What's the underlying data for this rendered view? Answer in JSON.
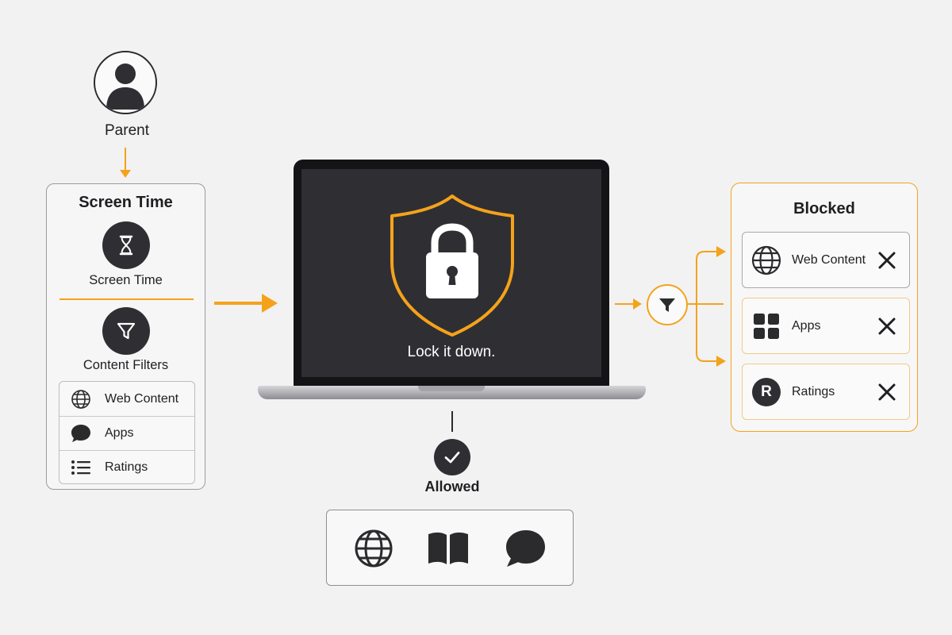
{
  "parent": {
    "label": "Parent"
  },
  "screen_time_panel": {
    "title": "Screen Time",
    "screen_time_label": "Screen Time",
    "content_filters_label": "Content Filters",
    "items": [
      {
        "label": "Web Content",
        "icon": "globe-icon"
      },
      {
        "label": "Apps",
        "icon": "chat-bubble-icon"
      },
      {
        "label": "Ratings",
        "icon": "list-icon"
      }
    ]
  },
  "laptop": {
    "screen_text": "Lock it down.",
    "icon": "shield-lock-icon"
  },
  "allowed": {
    "label": "Allowed",
    "icons": [
      "globe-icon",
      "book-icon",
      "chat-bubble-icon"
    ]
  },
  "blocked": {
    "title": "Blocked",
    "items": [
      {
        "label": "Web Content",
        "icon": "globe-icon"
      },
      {
        "label": "Apps",
        "icon": "grid-icon"
      },
      {
        "label": "Ratings",
        "icon": "ratings-icon",
        "glyph": "R"
      }
    ]
  },
  "colors": {
    "accent": "#f5a21b",
    "dark": "#2f2f33",
    "background": "#f2f2f3"
  }
}
